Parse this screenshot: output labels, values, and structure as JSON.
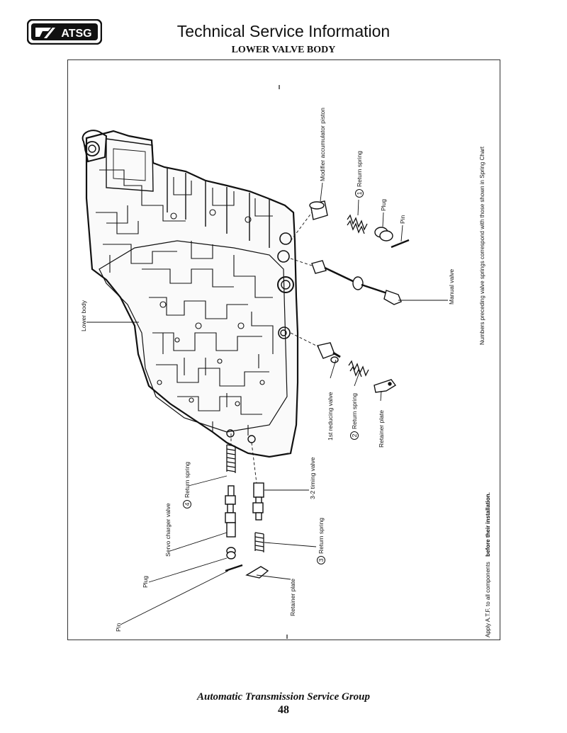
{
  "header": {
    "logo_text": "ATSG",
    "title": "Technical Service Information",
    "subtitle": "LOWER VALVE BODY"
  },
  "diagram": {
    "labels": {
      "modifier_accumulator_piston": "Modifier accumulator piston",
      "return_spring_1": "Return spring",
      "plug_top": "Plug",
      "pin_top": "Pin",
      "manual_valve": "Manual valve",
      "lower_body": "Lower body",
      "reducing_valve": "1st reducing valve",
      "return_spring_2": "Return spring",
      "retainer_plate_right": "Retainer plate",
      "return_spring_4": "Return spring",
      "timing_valve": "3-2 timing valve",
      "servo_charger_valve": "Servo charger valve",
      "return_spring_3": "Return spring",
      "plug_bottom": "Plug",
      "retainer_plate_bottom": "Retainer plate",
      "pin_bottom": "Pin"
    },
    "circled_numbers": {
      "n1": "1",
      "n2": "2",
      "n3": "3",
      "n4": "4"
    },
    "notes": {
      "spring_chart": "Numbers preceding valve springs correspond with those shown in Spring Chart",
      "atf_prefix": "Apply A.T.F. to all components",
      "atf_bold": "before their installation."
    }
  },
  "footer": {
    "organization": "Automatic Transmission Service Group",
    "page_number": "48"
  }
}
